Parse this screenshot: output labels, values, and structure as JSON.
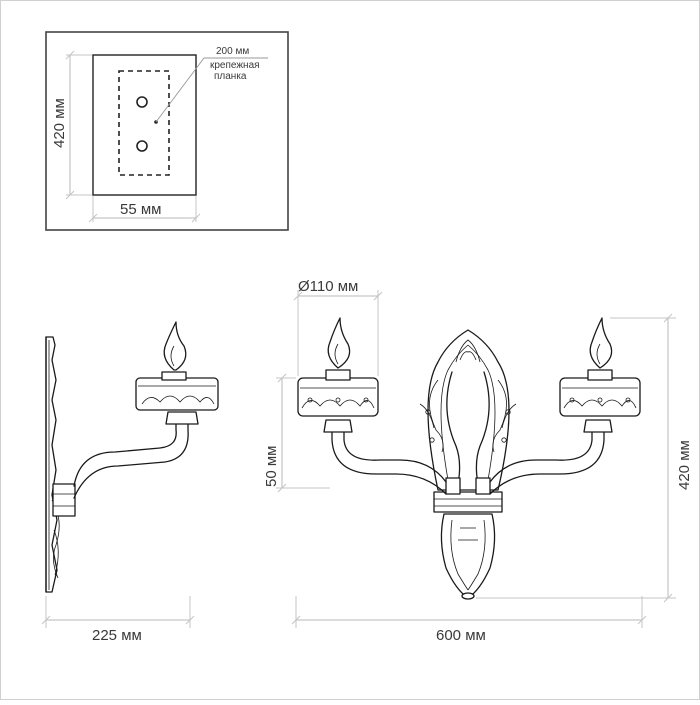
{
  "inset": {
    "height_label": "420 мм",
    "width_label": "55 мм",
    "callout_size": "200 мм",
    "callout_name_line1": "крепежная",
    "callout_name_line2": "планка"
  },
  "main": {
    "diameter_label": "Ø110 мм",
    "cup_height_label": "50 мм",
    "total_height_label": "420 мм",
    "depth_label": "225 мм",
    "width_label": "600 мм"
  },
  "colors": {
    "line": "#1a1a1a",
    "dimension": "#b8b8b8",
    "text": "#3a3a3a",
    "background": "#ffffff"
  }
}
